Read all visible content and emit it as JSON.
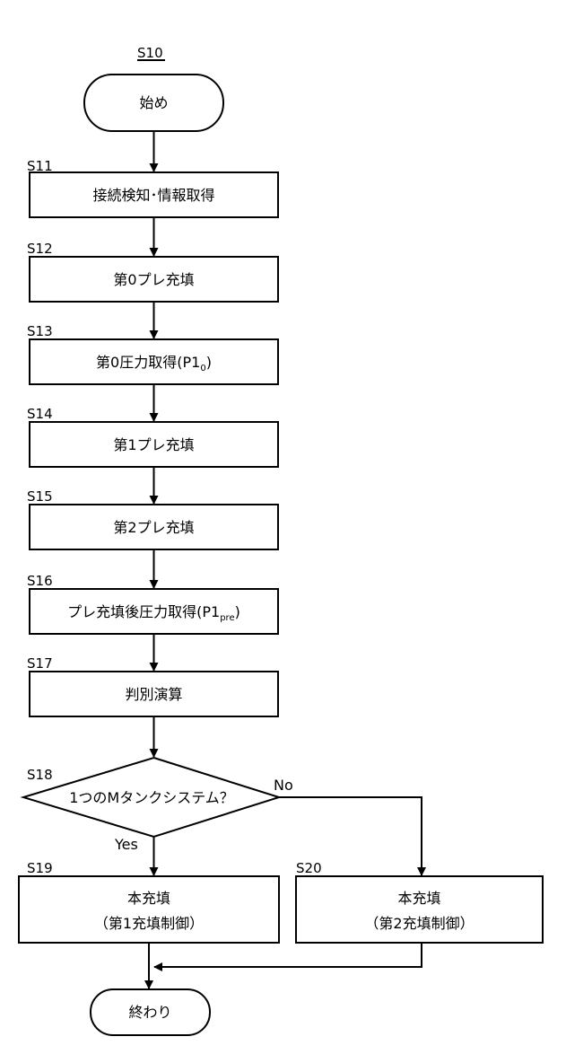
{
  "steps": {
    "s10": {
      "id": "S10",
      "text": "始め"
    },
    "s11": {
      "id": "S11",
      "text": "接続検知･情報取得"
    },
    "s12": {
      "id": "S12",
      "text": "第0プレ充填"
    },
    "s13": {
      "id": "S13",
      "text": "第0圧力取得(P1",
      "sub": "0",
      "tail": ")"
    },
    "s14": {
      "id": "S14",
      "text": "第1プレ充填"
    },
    "s15": {
      "id": "S15",
      "text": "第2プレ充填"
    },
    "s16": {
      "id": "S16",
      "text": "プレ充填後圧力取得(P1",
      "sub": "pre",
      "tail": ")"
    },
    "s17": {
      "id": "S17",
      "text": "判別演算"
    },
    "s18": {
      "id": "S18",
      "text": "1つのMタンクシステム？",
      "yes": "Yes",
      "no": "No"
    },
    "s19": {
      "id": "S19",
      "line1": "本充填",
      "line2": "（第1充填制御）"
    },
    "s20": {
      "id": "S20",
      "line1": "本充填",
      "line2": "（第2充填制御）"
    },
    "end": {
      "text": "終わり"
    }
  }
}
